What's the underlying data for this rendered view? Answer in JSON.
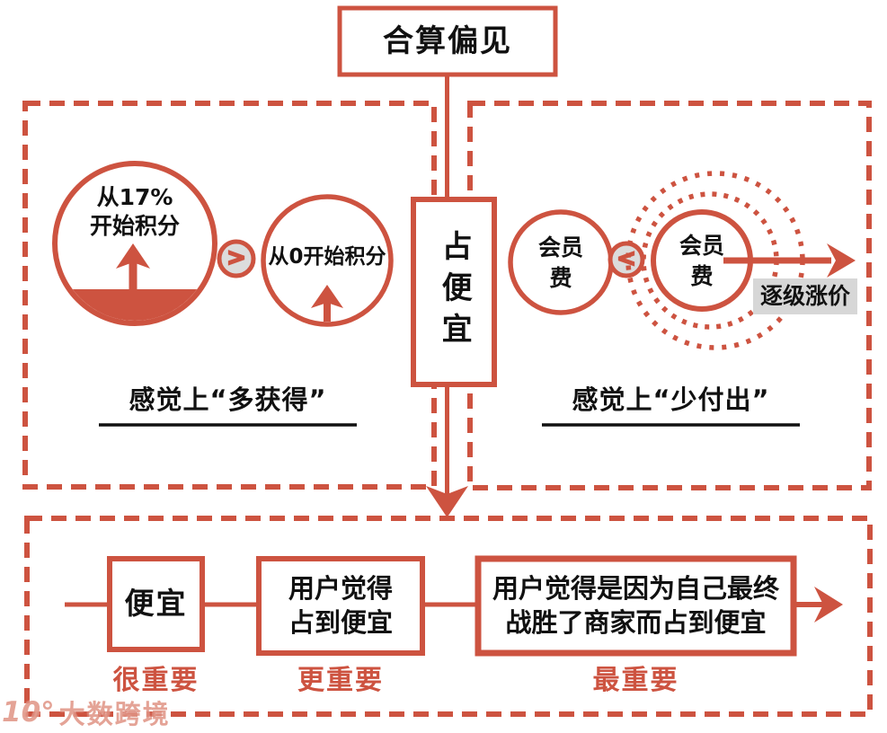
{
  "colors": {
    "accent": "#cd5340",
    "text": "#111111",
    "comparator_bg": "#dcdcdc",
    "label_bg": "#d7d7d7"
  },
  "title": "合算偏见",
  "center_node": "占便宜",
  "left_panel": {
    "big_circle_line1": "从17%",
    "big_circle_line2": "开始积分",
    "comparator": ">",
    "small_circle": "从0开始积分",
    "caption": "感觉上“多获得”"
  },
  "right_panel": {
    "left_circle_line1": "会员",
    "left_circle_line2": "费",
    "comparator": "<",
    "right_circle_line1": "会员",
    "right_circle_line2": "费",
    "arrow_label": "逐级涨价",
    "caption": "感觉上“少付出”"
  },
  "bottom_panel": {
    "box1": "便宜",
    "box2_line1": "用户觉得",
    "box2_line2": "占到便宜",
    "box3_line1": "用户觉得是因为自己最终",
    "box3_line2": "战胜了商家而占到便宜",
    "importance1": "很重要",
    "importance2": "更重要",
    "importance3": "最重要"
  },
  "watermark": {
    "logo": "10°",
    "text": "大数跨境"
  }
}
